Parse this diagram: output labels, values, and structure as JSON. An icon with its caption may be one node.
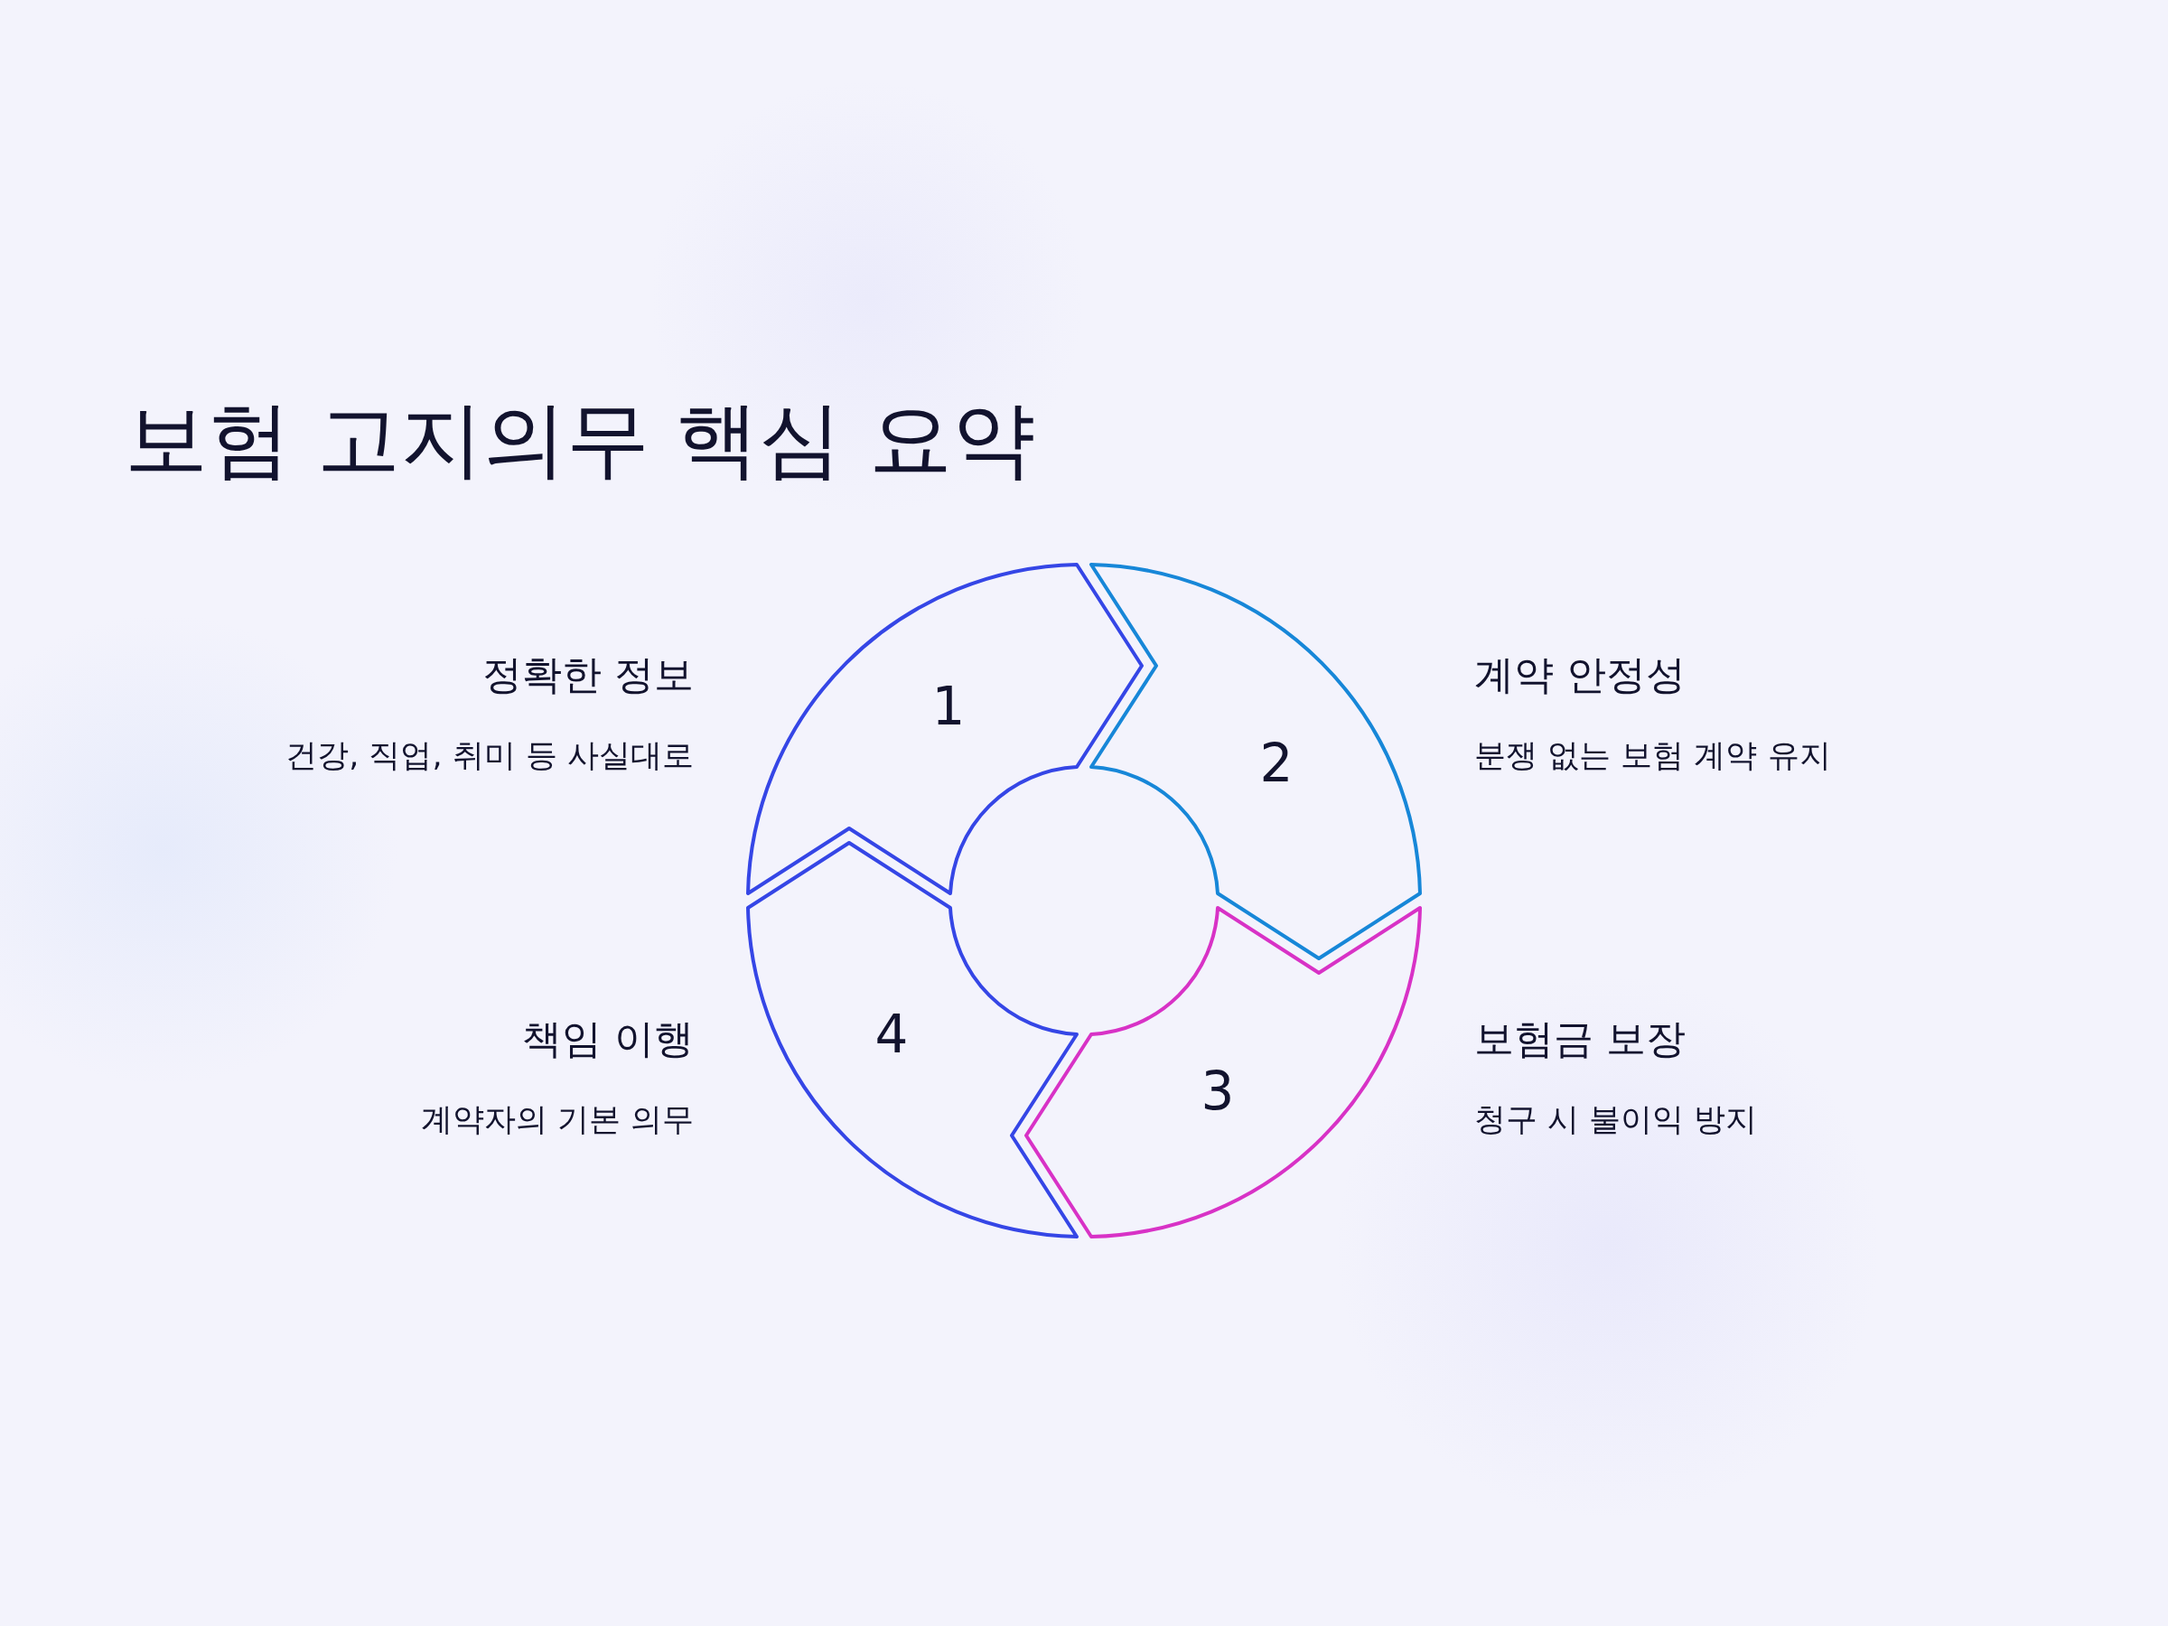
{
  "diagram": {
    "title": "보험 고지의무 핵심 요약",
    "nodes": [
      {
        "text": [
          "1"
        ],
        "beside": [
          "정확한 정보",
          "건강, 직업, 취미 등 사실대로"
        ]
      },
      {
        "text": [
          "2"
        ],
        "beside": [
          "계약 안정성",
          "분쟁 없는 보험 계약 유지"
        ]
      },
      {
        "text": [
          "3"
        ],
        "beside": [
          "보험금 보장",
          "청구 시 불이익 방지"
        ]
      },
      {
        "text": [
          "4"
        ],
        "beside": [
          "책임 이행",
          "계약자의 기본 의무"
        ]
      }
    ]
  }
}
